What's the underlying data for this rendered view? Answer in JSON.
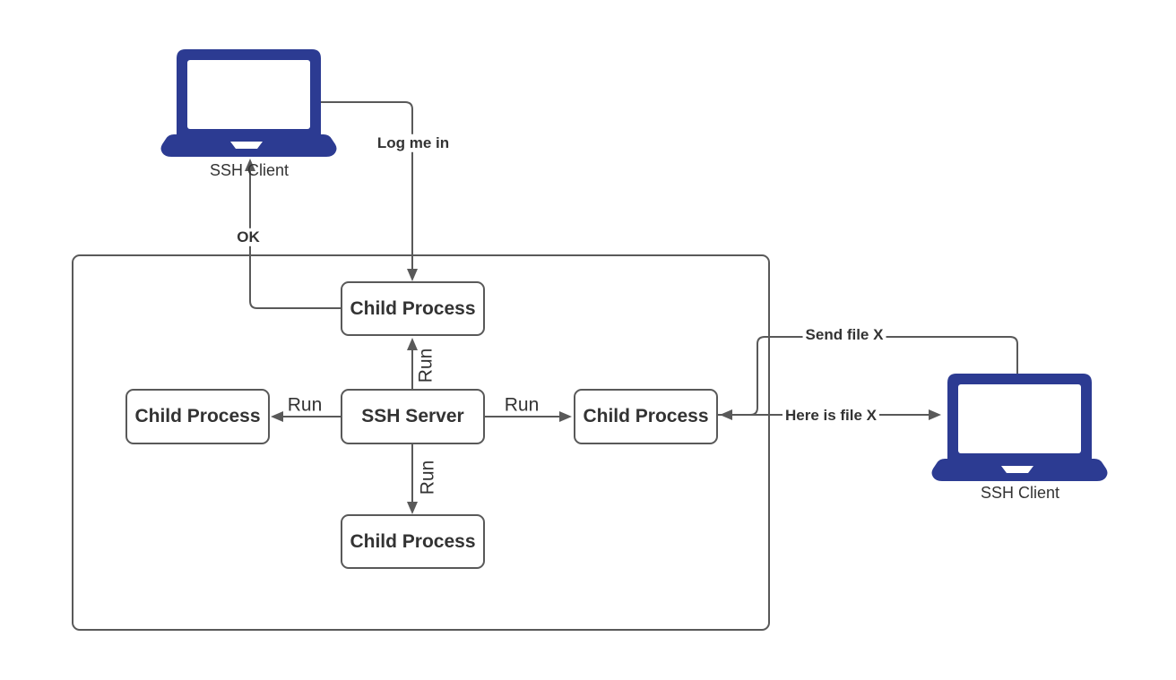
{
  "diagram": {
    "colors": {
      "line": "#595959",
      "text": "#333333",
      "laptop_fill": "#2c3b92",
      "node_fill": "#ffffff",
      "background": "#ffffff"
    },
    "nodes": {
      "client_left": {
        "label": "SSH Client"
      },
      "client_right": {
        "label": "SSH Client"
      },
      "server": {
        "label": "SSH Server"
      },
      "child_top": {
        "label": "Child Process"
      },
      "child_left": {
        "label": "Child Process"
      },
      "child_right": {
        "label": "Child Process"
      },
      "child_bottom": {
        "label": "Child Process"
      }
    },
    "edges": {
      "log_me_in": {
        "label": "Log me in"
      },
      "ok": {
        "label": "OK"
      },
      "run_top": {
        "label": "Run"
      },
      "run_left": {
        "label": "Run"
      },
      "run_right": {
        "label": "Run"
      },
      "run_bottom": {
        "label": "Run"
      },
      "send_file": {
        "label": "Send file X"
      },
      "here_is_file": {
        "label": "Here is file X"
      }
    }
  }
}
